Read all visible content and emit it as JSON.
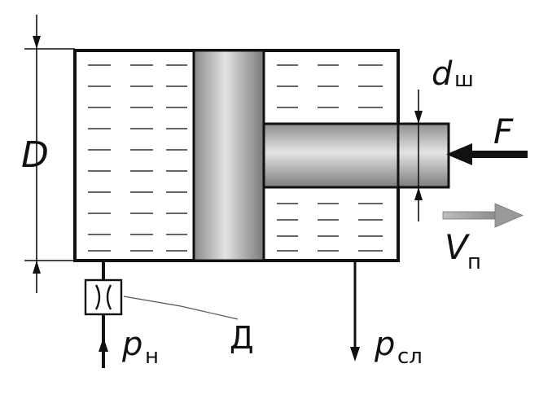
{
  "labels": {
    "D": "D",
    "d_sh_main": "d",
    "d_sh_sub": "ш",
    "F": "F",
    "V_main": "V",
    "V_sub": "п",
    "p_n_main": "p",
    "p_n_sub": "н",
    "p_sl_main": "p",
    "p_sl_sub": "сл",
    "throttle": "Д"
  },
  "colors": {
    "line": "#111111",
    "fluid_dash": "#333333",
    "piston_mid": "#d6d6d6",
    "piston_edge": "#777777",
    "velocity_arrow": "#9a9a9a"
  }
}
